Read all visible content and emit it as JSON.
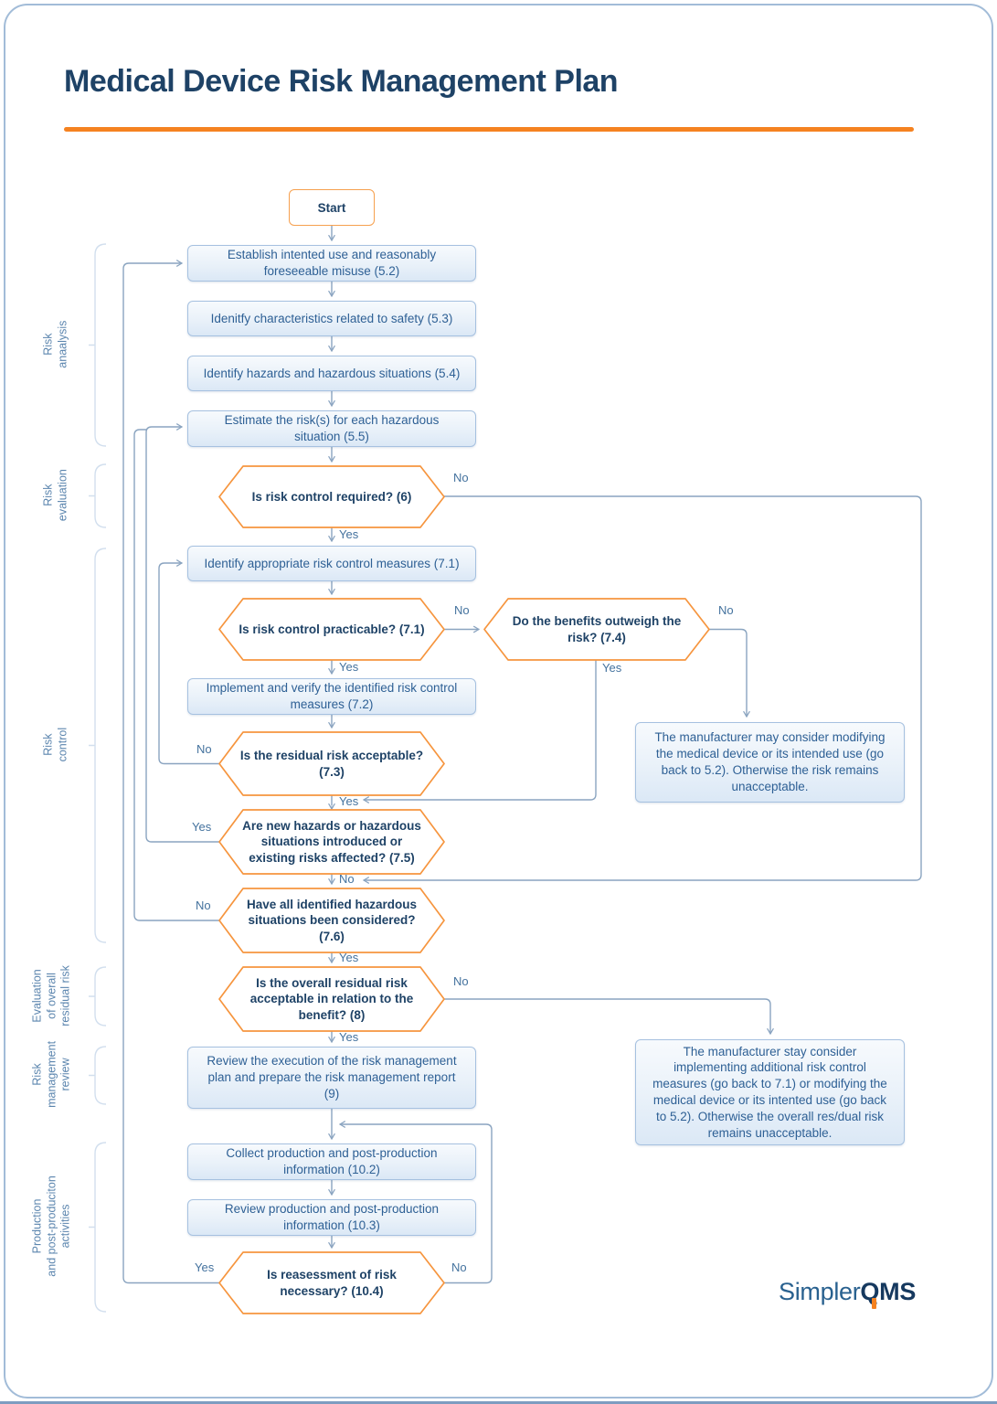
{
  "page": {
    "title": "Medical Device Risk Management Plan",
    "logo": {
      "simpler": "Simpler",
      "q": "Q",
      "ms": "MS"
    }
  },
  "edge_labels": {
    "yes": "Yes",
    "no": "No"
  },
  "sections": [
    {
      "label": "Risk\nanaalysis"
    },
    {
      "label": "Risk\nevaluation"
    },
    {
      "label": "Risk\ncontrol"
    },
    {
      "label": "Evaluation\nof overall\nresidual risk"
    },
    {
      "label": "Risk\nmanagement\nreview"
    },
    {
      "label": "Production\nand post-produciton\nactivities"
    }
  ],
  "flow": {
    "start": "Start",
    "establish_52": "Establish intented use and reasonably foreseeable misuse (5.2)",
    "identify_53": "Idenitfy characteristics related to safety (5.3)",
    "identify_54": "Identify hazards and hazardous situations (5.4)",
    "estimate_55": "Estimate the risk(s) for each hazardous situation (5.5)",
    "identify_71": "Identify appropriate risk control measures (7.1)",
    "implement_72": "Implement and verify the identified risk control measures (7.2)",
    "review_9": "Review the execution of the risk management plan and prepare the risk management report (9)",
    "collect_102": "Collect production and post-production information (10.2)",
    "review_103": "Review production and post-production information (10.3)",
    "note_74_no": "The manufacturer may consider modifying the medical device or its intended use (go back to 5.2). Otherwise the risk remains unacceptable.",
    "note_8_no": "The manufacturer stay consider implementing additional risk control measures (go back to 7.1) or modifying the medical device or its intented use (go back to 5.2). Otherwise the overall res/dual risk remains unacceptable."
  },
  "decisions": {
    "d6": "Is risk control required? (6)",
    "d71": "Is risk control practicable? (7.1)",
    "d74": "Do the benefits outweigh the risk? (7.4)",
    "d73": "Is the residual risk acceptable? (7.3)",
    "d75": "Are new hazards or hazardous situations introduced or existing risks affected? (7.5)",
    "d76": "Have all identified hazardous situations been considered? (7.6)",
    "d8": "Is the overall residual risk acceptable in relation to the benefit? (8)",
    "d104": "Is reasessment of risk necessary? (10.4)"
  }
}
